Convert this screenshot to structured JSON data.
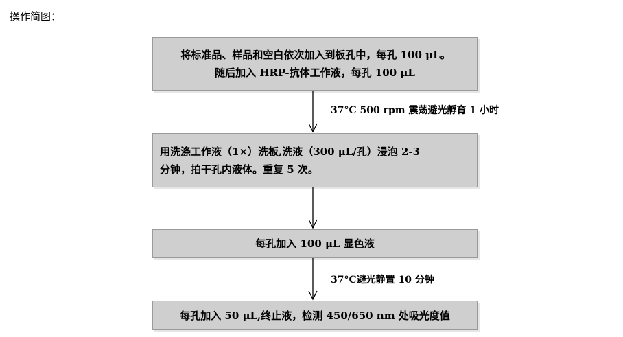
{
  "title": "操作简图：",
  "steps": [
    {
      "lines": [
        "将标准品、样品和空白依次加入到板孔中，每孔 100 μL。",
        "随后加入 HRP-抗体工作液，每孔 100 μL"
      ]
    },
    {
      "lines": [
        "用洗涤工作液（1×）洗板,洗液（300 μL/孔）浸泡 2-3",
        "分钟，拍干孔内液体。重复 5 次。"
      ]
    },
    {
      "lines": [
        "每孔加入 100 μL 显色液"
      ]
    },
    {
      "lines": [
        "每孔加入 50 μL,终止液，检测 450/650 nm 处吸光度值"
      ]
    }
  ],
  "connectors": [
    {
      "label": "37°C 500 rpm 震荡避光孵育 1 小时"
    },
    {
      "label": ""
    },
    {
      "label": "37°C避光静置 10 分钟"
    }
  ],
  "colors": {
    "box_fill": "#cfcfcf",
    "box_border": "#9a9a9a",
    "arrow": "#000000"
  }
}
